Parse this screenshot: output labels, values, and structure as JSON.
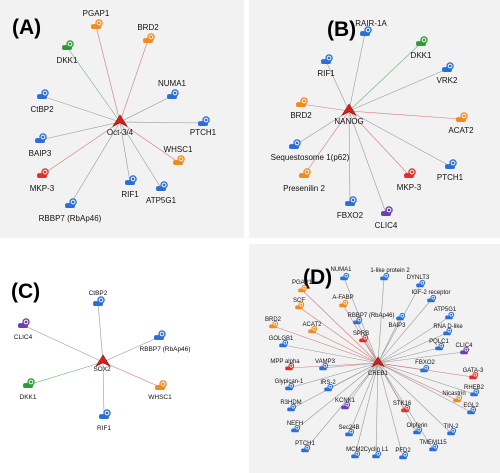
{
  "panels": [
    {
      "letter": "(A)",
      "hub": "Oct-3/4",
      "nodes": [
        {
          "label": "PGAP1",
          "icon": "orange"
        },
        {
          "label": "BRD2",
          "icon": "orange"
        },
        {
          "label": "DKK1",
          "icon": "green"
        },
        {
          "label": "NUMA1",
          "icon": "blue"
        },
        {
          "label": "CtBP2",
          "icon": "blue"
        },
        {
          "label": "PTCH1",
          "icon": "blue"
        },
        {
          "label": "BAIP3",
          "icon": "blue"
        },
        {
          "label": "WHSC1",
          "icon": "orange"
        },
        {
          "label": "MKP-3",
          "icon": "red"
        },
        {
          "label": "RIF1",
          "icon": "blue"
        },
        {
          "label": "ATP5G1",
          "icon": "blue"
        },
        {
          "label": "RBBP7 (RbAp46)",
          "icon": "blue"
        }
      ]
    },
    {
      "letter": "(B)",
      "hub": "NANOG",
      "nodes": [
        {
          "label": "RAIR-1A",
          "icon": "blue"
        },
        {
          "label": "DKK1",
          "icon": "green"
        },
        {
          "label": "RIF1",
          "icon": "blue"
        },
        {
          "label": "VRK2",
          "icon": "blue"
        },
        {
          "label": "BRD2",
          "icon": "orange"
        },
        {
          "label": "ACAT2",
          "icon": "orange"
        },
        {
          "label": "Sequestosome 1(p62)",
          "icon": "blue"
        },
        {
          "label": "PTCH1",
          "icon": "blue"
        },
        {
          "label": "Presenilin 2",
          "icon": "orange"
        },
        {
          "label": "MKP-3",
          "icon": "red"
        },
        {
          "label": "FBXO2",
          "icon": "blue"
        },
        {
          "label": "CLIC4",
          "icon": "purple"
        }
      ]
    },
    {
      "letter": "(C)",
      "hub": "SOX2",
      "nodes": [
        {
          "label": "CtBP2",
          "icon": "blue"
        },
        {
          "label": "CLIC4",
          "icon": "purple"
        },
        {
          "label": "RBBP7 (RbAp46)",
          "icon": "blue"
        },
        {
          "label": "DKK1",
          "icon": "green"
        },
        {
          "label": "WHSC1",
          "icon": "orange"
        },
        {
          "label": "RIF1",
          "icon": "blue"
        }
      ]
    },
    {
      "letter": "(D)",
      "hub": "CREB1",
      "nodes": [
        {
          "label": "NUMA1",
          "icon": "blue"
        },
        {
          "label": "1-like protein 2",
          "icon": "blue"
        },
        {
          "label": "PGAP1",
          "icon": "orange"
        },
        {
          "label": "DYNLT3",
          "icon": "blue"
        },
        {
          "label": "IGF-2 receptor",
          "icon": "blue"
        },
        {
          "label": "SCF",
          "icon": "orange"
        },
        {
          "label": "A-FABP",
          "icon": "orange"
        },
        {
          "label": "RBBP7 (RbAp46)",
          "icon": "blue"
        },
        {
          "label": "ATP5G1",
          "icon": "blue"
        },
        {
          "label": "BRD2",
          "icon": "orange"
        },
        {
          "label": "BAIP3",
          "icon": "blue"
        },
        {
          "label": "RNA D-like",
          "icon": "blue"
        },
        {
          "label": "ACAT2",
          "icon": "orange"
        },
        {
          "label": "SPRB",
          "icon": "red"
        },
        {
          "label": "PQLC1",
          "icon": "blue"
        },
        {
          "label": "GOLGB1",
          "icon": "blue"
        },
        {
          "label": "CLIC4",
          "icon": "purple"
        },
        {
          "label": "MPP alpha",
          "icon": "red"
        },
        {
          "label": "VAMP3",
          "icon": "blue"
        },
        {
          "label": "FBXO2",
          "icon": "blue"
        },
        {
          "label": "GATA-3",
          "icon": "red"
        },
        {
          "label": "RHEB2",
          "icon": "blue"
        },
        {
          "label": "Glypican-1",
          "icon": "blue"
        },
        {
          "label": "IRS-2",
          "icon": "blue"
        },
        {
          "label": "Nicastrin",
          "icon": "orange"
        },
        {
          "label": "R3HDM",
          "icon": "blue"
        },
        {
          "label": "KCNK1",
          "icon": "purple"
        },
        {
          "label": "STK16",
          "icon": "red"
        },
        {
          "label": "EGL2",
          "icon": "blue"
        },
        {
          "label": "NEFH",
          "icon": "blue"
        },
        {
          "label": "Sec24B",
          "icon": "blue"
        },
        {
          "label": "TIN-2",
          "icon": "blue"
        },
        {
          "label": "PTCH1",
          "icon": "blue"
        },
        {
          "label": "MCM2",
          "icon": "blue"
        },
        {
          "label": "Cyclin L1",
          "icon": "blue"
        },
        {
          "label": "Olpferin",
          "icon": "blue"
        },
        {
          "label": "TMEM115",
          "icon": "blue"
        },
        {
          "label": "PFD2",
          "icon": "blue"
        }
      ]
    }
  ],
  "colors": {
    "blue": "#2a6fd6",
    "orange": "#f08a1c",
    "red": "#e0302a",
    "green": "#2f9a3a",
    "purple": "#6b3fb0",
    "hub": "#d8201c",
    "edge_red": "#d47a7a",
    "edge_green": "#6bb36b",
    "edge_gray": "#9a9a9a"
  }
}
